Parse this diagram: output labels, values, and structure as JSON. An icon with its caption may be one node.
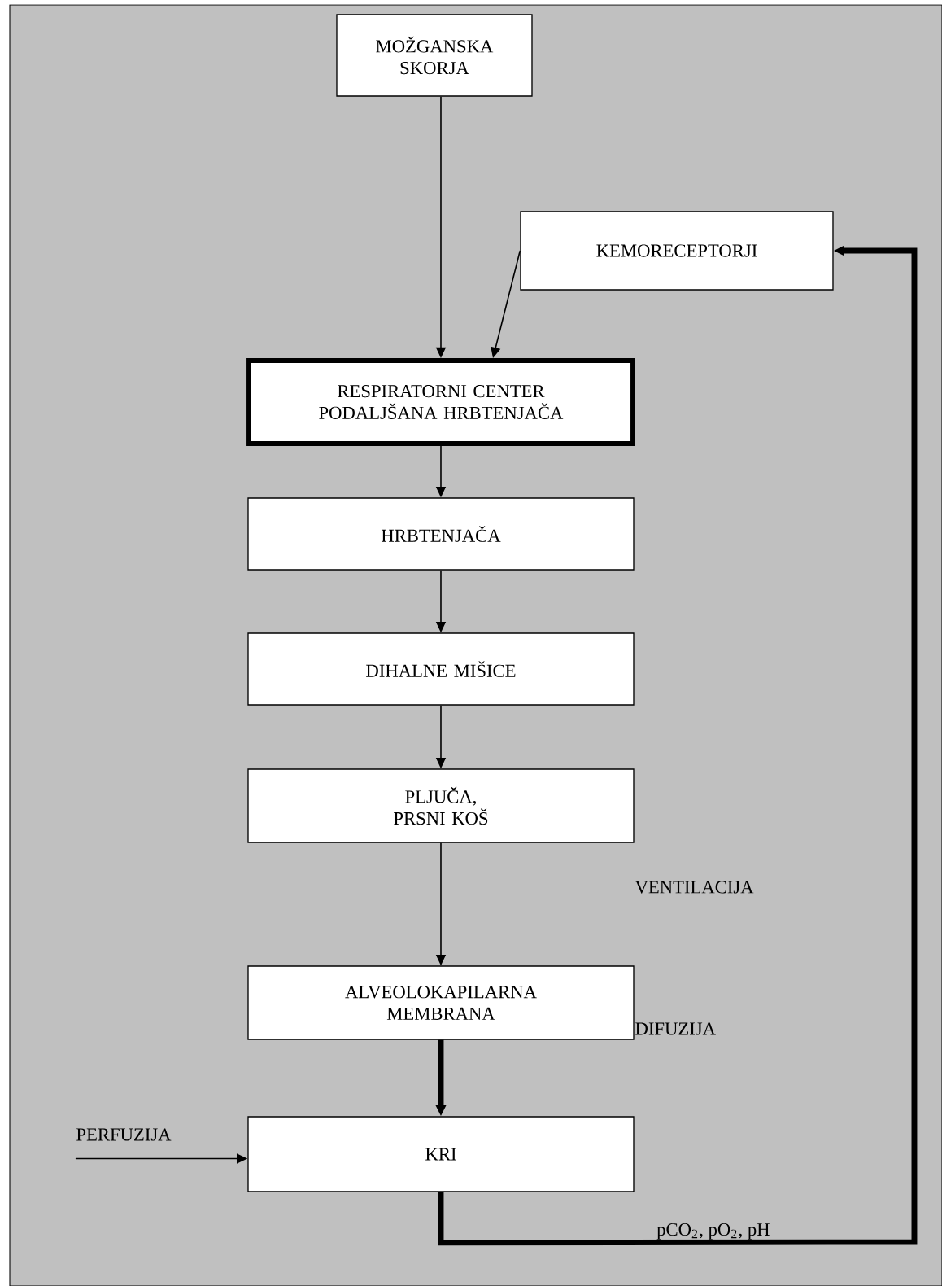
{
  "diagram": {
    "nodes": [
      {
        "text": [
          "MOŽGANSKA SKORJA"
        ]
      },
      {
        "text": [
          "KEMORECEPTORJI"
        ]
      },
      {
        "text": [
          "RESPIRATORNI CENTER PODALJŠANA HRBTENJAČA"
        ]
      },
      {
        "text": [
          "HRBTENJAČA"
        ]
      },
      {
        "text": [
          "DIHALNE MIŠICE"
        ]
      },
      {
        "text": [
          "PLJUČA, PRSNI KOŠ"
        ]
      },
      {
        "text": [
          "ALVEOLOKAPILARNA MEMBRANA"
        ]
      },
      {
        "text": [
          "KRI"
        ]
      },
      {
        "text": [
          "PERFUZIJA"
        ]
      }
    ],
    "edges": [
      {
        "from": 0,
        "to": 2,
        "arrow": "to"
      },
      {
        "from": 1,
        "to": 2,
        "arrow": "to"
      },
      {
        "from": 2,
        "to": 3,
        "arrow": "to"
      },
      {
        "from": 3,
        "to": 4,
        "arrow": "to"
      },
      {
        "from": 4,
        "to": 5,
        "arrow": "to"
      },
      {
        "from": 5,
        "to": 6,
        "arrow": "to"
      },
      {
        "from": 6,
        "to": 7,
        "arrow": "to",
        "style": "thick"
      },
      {
        "from": 8,
        "to": 7,
        "arrow": "to"
      },
      {
        "from": 7,
        "to": 1,
        "arrow": "to",
        "style": "thick",
        "label": "pCO$_{2}$, pO$_{2}$, pH"
      }
    ],
    "labels": [
      "VENTILACIJA",
      "DIFUZIJA"
    ]
  }
}
